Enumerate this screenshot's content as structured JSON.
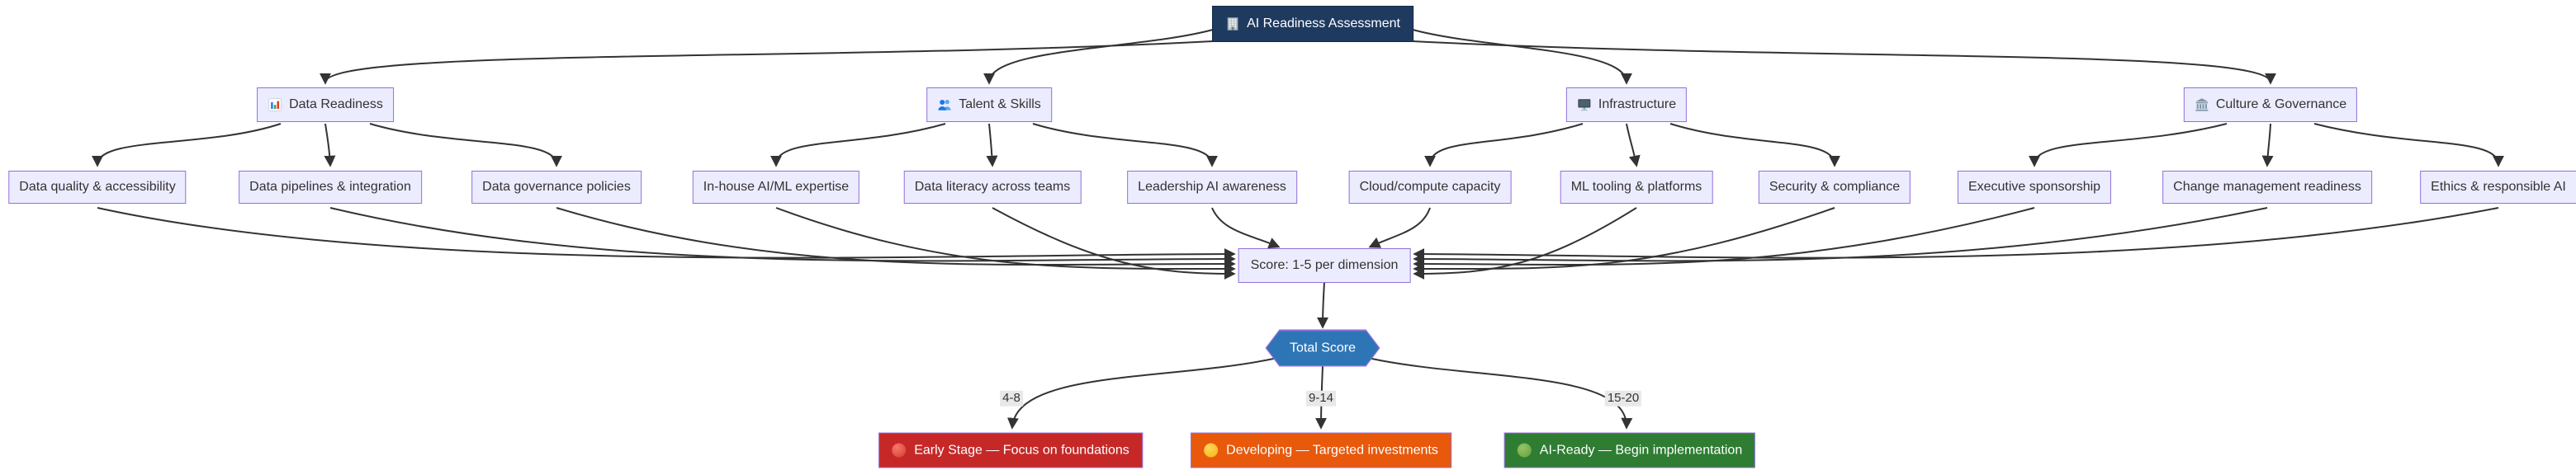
{
  "diagram": {
    "root": {
      "label": "AI Readiness Assessment",
      "icon": "office-building-icon"
    },
    "categories": [
      {
        "label": "Data Readiness",
        "icon": "bar-chart-icon",
        "items": [
          "Data quality & accessibility",
          "Data pipelines & integration",
          "Data governance policies"
        ]
      },
      {
        "label": "Talent & Skills",
        "icon": "people-icon",
        "items": [
          "In-house AI/ML expertise",
          "Data literacy across teams",
          "Leadership AI awareness"
        ]
      },
      {
        "label": "Infrastructure",
        "icon": "monitor-icon",
        "items": [
          "Cloud/compute capacity",
          "ML tooling & platforms",
          "Security & compliance"
        ]
      },
      {
        "label": "Culture & Governance",
        "icon": "classical-building-icon",
        "items": [
          "Executive sponsorship",
          "Change management readiness",
          "Ethics & responsible AI"
        ]
      }
    ],
    "score_node": "Score: 1-5 per dimension",
    "total_node": "Total Score",
    "outcomes": [
      {
        "range": "4-8",
        "label": "Early Stage — Focus on foundations",
        "color": "#C62828",
        "dot": "red-circle-icon"
      },
      {
        "range": "9-14",
        "label": "Developing — Targeted investments",
        "color": "#E8590C",
        "dot": "yellow-circle-icon"
      },
      {
        "range": "15-20",
        "label": "AI-Ready — Begin implementation",
        "color": "#2E7D32",
        "dot": "green-circle-icon"
      }
    ],
    "colors": {
      "node_fill": "#ECECFF",
      "node_border": "#9370DB",
      "root_fill": "#1F3A5F",
      "total_fill": "#2E75B6",
      "edge": "#333333",
      "edge_label_bg": "#E8E8E8"
    }
  }
}
